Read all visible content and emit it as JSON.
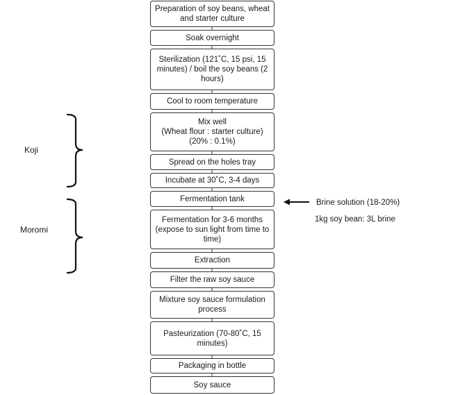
{
  "steps": [
    {
      "id": "prep",
      "text": "Preparation of soy beans, wheat\nand starter culture"
    },
    {
      "id": "soak",
      "text": "Soak overnight"
    },
    {
      "id": "sterilization",
      "text": "Sterilization (121˚C, 15 psi, 15\nminutes) / boil the soy beans (2\nhours)"
    },
    {
      "id": "cool",
      "text": "Cool to room temperature"
    },
    {
      "id": "mix",
      "text": "Mix well\n(Wheat flour : starter culture)\n(20% : 0.1%)"
    },
    {
      "id": "spread",
      "text": "Spread on the holes tray"
    },
    {
      "id": "incubate",
      "text": "Incubate at 30˚C, 3-4 days"
    },
    {
      "id": "fermentation-tank",
      "text": "Fermentation tank"
    },
    {
      "id": "fermentation",
      "text": "Fermentation for 3-6 months\n(expose to sun light from time to\ntime)"
    },
    {
      "id": "extraction",
      "text": "Extraction"
    },
    {
      "id": "filter",
      "text": "Filter the raw soy sauce"
    },
    {
      "id": "mixture",
      "text": "Mixture soy sauce formulation\nprocess"
    },
    {
      "id": "pasteurization",
      "text": "Pasteurization (70-80˚C, 15\nminutes)"
    },
    {
      "id": "packaging",
      "text": "Packaging in bottle"
    },
    {
      "id": "soy-sauce",
      "text": "Soy sauce"
    }
  ],
  "groups": {
    "koji": "Koji",
    "moromi": "Moromi"
  },
  "brine": {
    "label": "Brine solution (18-20%)",
    "ratio": "1kg soy bean: 3L brine"
  }
}
